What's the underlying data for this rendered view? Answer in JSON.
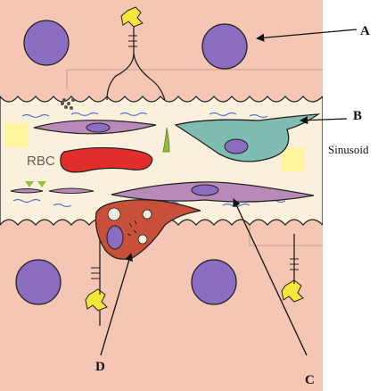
{
  "labels": {
    "A": "A",
    "B": "B",
    "C": "C",
    "D": "D",
    "sinusoid": "Sinusoid",
    "rbc": "RBC"
  },
  "colors": {
    "hepatocyte": "#f5c6b3",
    "lumen": "#fbf0dc",
    "nucleus": "#8a6cc0",
    "endothelial": "#b98ab7",
    "kupffer": "#7fbdb2",
    "rbc": "#e12d2b",
    "stellate": "#c8503a",
    "bile": "#f6e63a",
    "highlight": "#fff5a0"
  }
}
